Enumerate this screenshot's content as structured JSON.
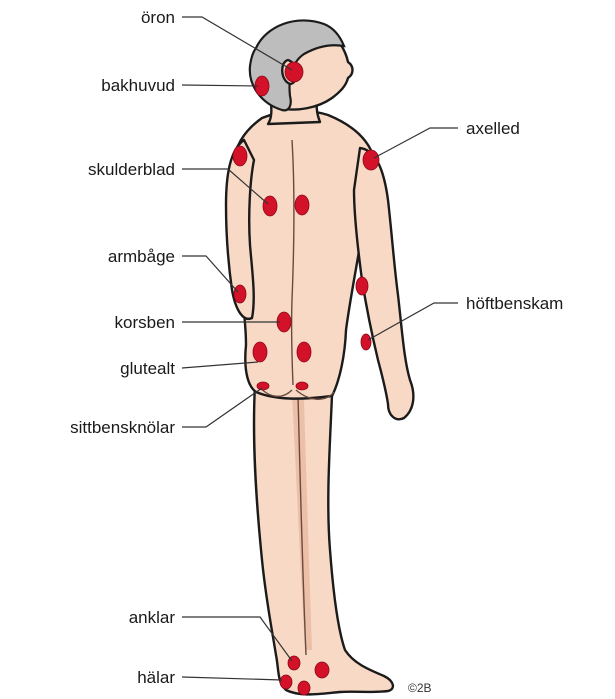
{
  "labels": {
    "oron": "öron",
    "bakhuvud": "bakhuvud",
    "skulderblad": "skulderblad",
    "armbage": "armbåge",
    "korsben": "korsben",
    "glutealt": "glutealt",
    "sittbensknolar": "sittbensknölar",
    "anklar": "anklar",
    "halar": "hälar",
    "axelled": "axelled",
    "hoftbenskam": "höftbenskam"
  },
  "copyright": "©2B",
  "colors": {
    "pressure_point": "#d3122a",
    "skin": "#f8d9c6",
    "hair": "#bdbdbd"
  }
}
